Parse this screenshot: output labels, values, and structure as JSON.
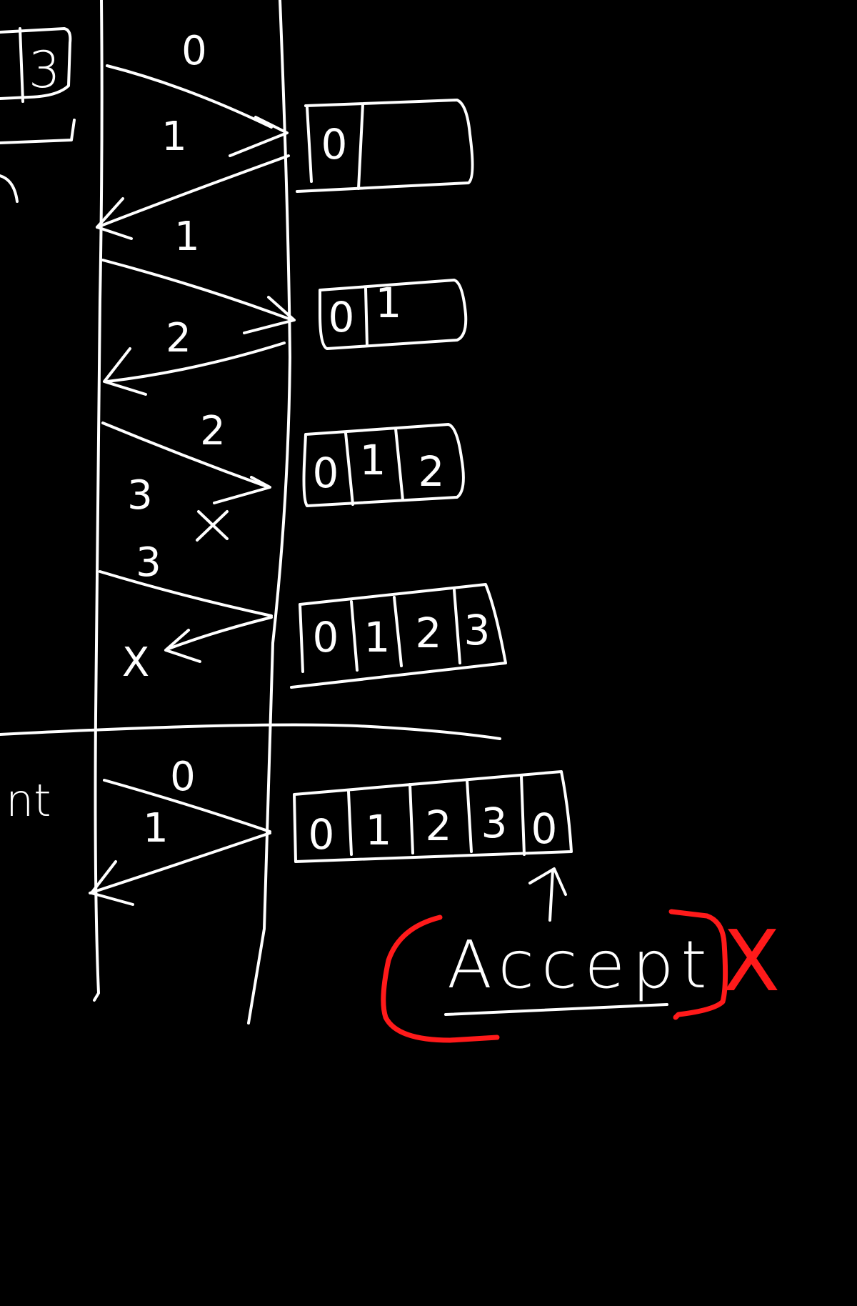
{
  "diagram": {
    "partial_left_labels": {
      "top_cell": "3",
      "bottom_fragment": "nt"
    },
    "messages": [
      {
        "label": "0",
        "direction": "to-server"
      },
      {
        "label": "1",
        "direction": "to-server"
      },
      {
        "label": "1",
        "direction": "to-client"
      },
      {
        "label": "2",
        "direction": "to-server"
      },
      {
        "label": "2",
        "direction": "to-client"
      },
      {
        "label": "3",
        "direction": "to-server",
        "lost": true
      },
      {
        "label": "3",
        "direction": "to-server"
      },
      {
        "label": "X",
        "direction": "to-client",
        "lost": true
      },
      {
        "label": "0",
        "direction": "to-server"
      },
      {
        "label": "1",
        "direction": "to-client"
      }
    ],
    "buffers": [
      {
        "cells": [
          "0",
          ""
        ]
      },
      {
        "cells": [
          "0",
          "1"
        ]
      },
      {
        "cells": [
          "0",
          "1",
          "2"
        ]
      },
      {
        "cells": [
          "0",
          "1",
          "2",
          "3"
        ]
      },
      {
        "cells": [
          "0",
          "1",
          "2",
          "3",
          "0"
        ]
      }
    ],
    "annotation": {
      "text": "Accept",
      "mark": "X",
      "highlight_color": "#ff1a1a",
      "ink_color": "#ffffff"
    }
  }
}
